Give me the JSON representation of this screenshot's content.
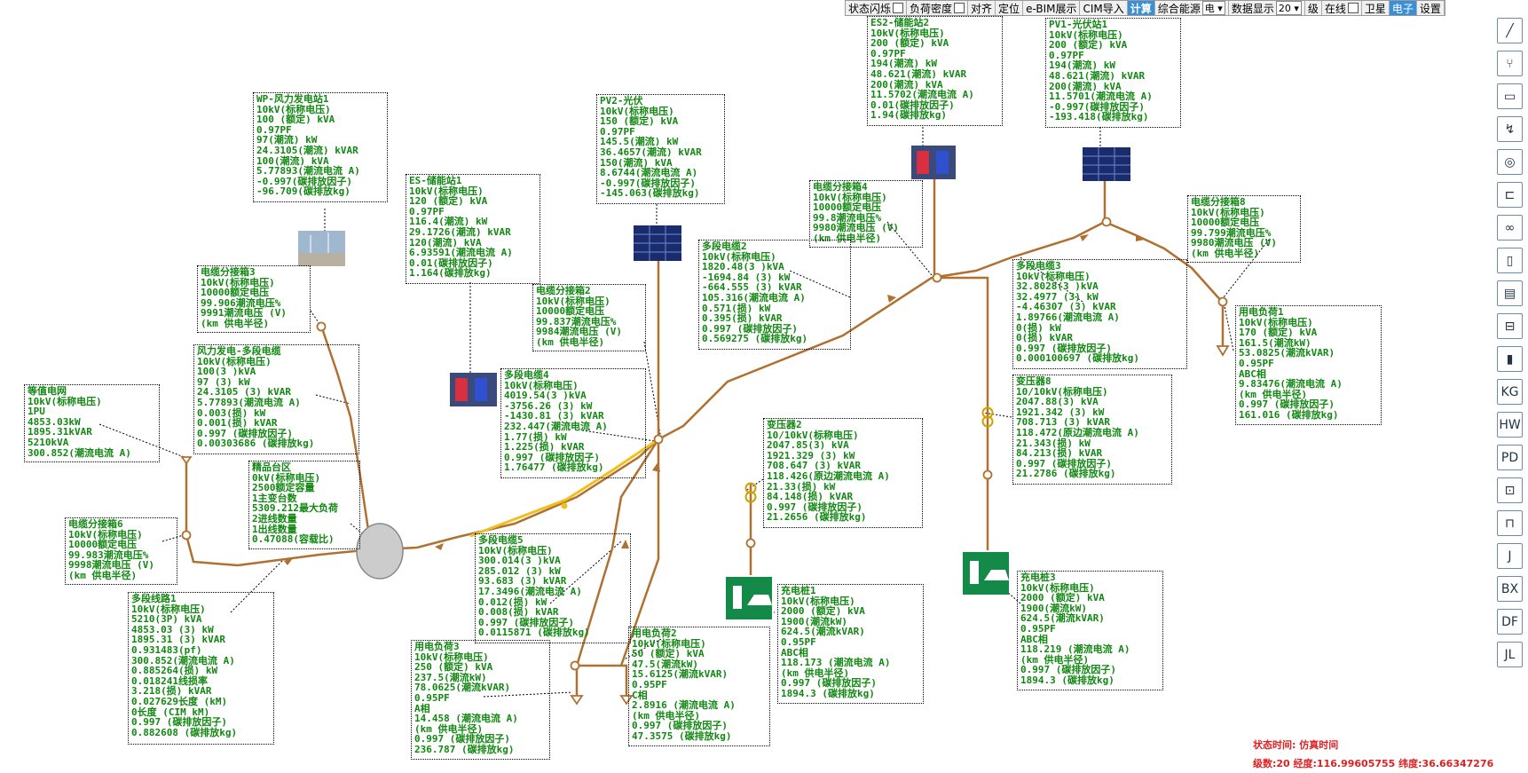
{
  "toolbar": {
    "items": [
      {
        "label": "状态闪烁",
        "type": "check"
      },
      {
        "label": "负荷密度",
        "type": "check"
      },
      {
        "label": "对齐",
        "type": "button"
      },
      {
        "label": "定位",
        "type": "button"
      },
      {
        "label": "e-BIM展示",
        "type": "button"
      },
      {
        "label": "CIM导入",
        "type": "button"
      },
      {
        "label": "计算",
        "type": "active"
      },
      {
        "label": "综合能源",
        "type": "select",
        "value": "电"
      },
      {
        "label": "数据显示",
        "type": "select",
        "value": "20"
      },
      {
        "label": "级",
        "type": "text"
      },
      {
        "label": "在线",
        "type": "check"
      },
      {
        "label": "卫星",
        "type": "text"
      },
      {
        "label": "电子",
        "type": "elec"
      },
      {
        "label": "设置",
        "type": "button"
      }
    ]
  },
  "labels": {
    "es2": [
      "ES2-储能站2",
      "10kV(标称电压)",
      "200 (额定) kVA",
      "0.97PF",
      "194(潮流) kW",
      "48.621(潮流) kVAR",
      "200(潮流) kVA",
      "11.5702(潮流电流 A)",
      "0.01(碳排放因子)",
      "1.94(碳排放kg)"
    ],
    "pv1": [
      "PV1-光伏站1",
      "10kV(标称电压)",
      "200 (额定) kVA",
      "0.97PF",
      "194(潮流) kW",
      "48.621(潮流) kVAR",
      "200(潮流) kVA",
      "11.5701(潮流电流 A)",
      "-0.997(碳排放因子)",
      "-193.418(碳排放kg)"
    ],
    "wp": [
      "WP-风力发电站1",
      "10kV(标称电压)",
      "100 (额定) kVA",
      "0.97PF",
      "97(潮流) kW",
      "24.3105(潮流) kVAR",
      "100(潮流) kVA",
      "5.77893(潮流电流 A)",
      "-0.997(碳排放因子)",
      "-96.709(碳排放kg)"
    ],
    "pv2": [
      "PV2-光伏",
      "10kV(标称电压)",
      "150 (额定) kVA",
      "0.97PF",
      "145.5(潮流) kW",
      "36.4657(潮流) kVAR",
      "150(潮流) kVA",
      "8.6744(潮流电流 A)",
      "-0.997(碳排放因子)",
      "-145.063(碳排放kg)"
    ],
    "es1": [
      "ES-储能站1",
      "10kV(标称电压)",
      "120 (额定) kVA",
      "0.97PF",
      "116.4(潮流) kW",
      "29.1726(潮流) kVAR",
      "120(潮流) kVA",
      "6.93591(潮流电流 A)",
      "0.01(碳排放因子)",
      "1.164(碳排放kg)"
    ],
    "box4": [
      "电缆分接箱4",
      "10kV(标称电压)",
      "10000额定电压",
      "99.8潮流电压%",
      "9980潮流电压 (V)",
      "(km 供电半径)"
    ],
    "box8": [
      "电缆分接箱8",
      "10kV(标称电压)",
      "10000额定电压",
      "99.799潮流电压%",
      "9980潮流电压 (V)",
      "(km 供电半径)"
    ],
    "cable2": [
      "多段电缆2",
      "10kV(标称电压)",
      "1820.48(3 )kVA",
      "-1694.84 (3) kW",
      "-664.555 (3) kVAR",
      "105.316(潮流电流 A)",
      "0.571(损) kW",
      "0.395(损) kVAR",
      "0.997 (碳排放因子)",
      "0.569275 (碳排放kg)"
    ],
    "box3": [
      "电缆分接箱3",
      "10kV(标称电压)",
      "10000额定电压",
      "99.906潮流电压%",
      "9991潮流电压 (V)",
      "(km 供电半径)"
    ],
    "box2": [
      "电缆分接箱2",
      "10kV(标称电压)",
      "10000额定电压",
      "99.837潮流电压%",
      "9984潮流电压 (V)",
      "(km 供电半径)"
    ],
    "cable3": [
      "多段电缆3",
      "10kV(标称电压)",
      "32.8028(3 )kVA",
      "32.4977 (3) kW",
      "-4.46307 (3) kVAR",
      "1.89766(潮流电流 A)",
      "0(损) kW",
      "0(损) kVAR",
      "0.997 (碳排放因子)",
      "0.000100697 (碳排放kg)"
    ],
    "load1": [
      "用电负荷1",
      "10kV(标称电压)",
      "170 (额定) kVA",
      "161.5(潮流kW)",
      "53.0825(潮流kVAR)",
      "0.95PF",
      "ABC相",
      "9.83476(潮流电流 A)",
      "(km 供电半径)",
      "0.997 (碳排放因子)",
      "161.016 (碳排放kg)"
    ],
    "windcable": [
      "风力发电-多段电缆",
      "10kV(标称电压)",
      "100(3 )kVA",
      "97 (3) kW",
      "24.3105 (3) kVAR",
      "5.77893(潮流电流 A)",
      "0.003(损) kW",
      "0.001(损) kVAR",
      "0.997 (碳排放因子)",
      "0.00303686 (碳排放kg)"
    ],
    "cable4": [
      "多段电缆4",
      "10kV(标称电压)",
      "4019.54(3 )kVA",
      "-3756.26 (3) kW",
      "-1430.81 (3) kVAR",
      "232.447(潮流电流 A)",
      "1.77(损) kW",
      "1.225(损) kVAR",
      "0.997 (碳排放因子)",
      "1.76477 (碳排放kg)"
    ],
    "trans8": [
      "变压器8",
      "10/10kV(标称电压)",
      "2047.88(3) kVA",
      "1921.342 (3) kW",
      "708.713 (3) kVAR",
      "118.472(原边潮流电流 A)",
      "21.343(损) kW",
      "84.213(损) kVAR",
      "0.997 (碳排放因子)",
      "21.2786 (碳排放kg)"
    ],
    "grid": [
      "等值电网",
      "10kV(标称电压)",
      "1PU",
      "4853.03kW",
      "1895.31kVAR",
      "5210kVA",
      "300.852(潮流电流 A)"
    ],
    "tq": [
      "精品台区",
      "0kV(标称电压)",
      "2500额定容量",
      "1主变台数",
      "5309.212最大负荷",
      "2进线数量",
      "1出线数量",
      "0.47088(容载比)"
    ],
    "trans2": [
      "变压器2",
      "10/10kV(标称电压)",
      "2047.85(3) kVA",
      "1921.329 (3) kW",
      "708.647 (3) kVAR",
      "118.426(原边潮流电流 A)",
      "21.33(损) kW",
      "84.148(损) kVAR",
      "0.997 (碳排放因子)",
      "21.2656 (碳排放kg)"
    ],
    "box6": [
      "电缆分接箱6",
      "10kV(标称电压)",
      "10000额定电压",
      "99.983潮流电压%",
      "9998潮流电压 (V)",
      "(km 供电半径)"
    ],
    "cable5": [
      "多段电缆5",
      "10kV(标称电压)",
      "300.014(3 )kVA",
      "285.012 (3) kW",
      "93.683 (3) kVAR",
      "17.3496(潮流电流 A)",
      "0.012(损) kW",
      "0.008(损) kVAR",
      "0.997 (碳排放因子)",
      "0.0115871 (碳排放kg)"
    ],
    "line1": [
      "多段线路1",
      "10kV(标称电压)",
      "5210(3P) kVA",
      "4853.03 (3) kW",
      "1895.31 (3) kVAR",
      "0.931483(pf)",
      "300.852(潮流电流 A)",
      "0.885264(损) kW",
      "0.018241线损率",
      "3.218(损) kVAR",
      "0.027629长度 (kM)",
      "0长度 (CIM kM)",
      "0.997 (碳排放因子)",
      "0.882608 (碳排放kg)"
    ],
    "ev1": [
      "充电桩1",
      "10kV(标称电压)",
      "2000 (额定) kVA",
      "1900(潮流kW)",
      "624.5(潮流kVAR)",
      "0.95PF",
      "ABC相",
      "118.173 (潮流电流 A)",
      "(km 供电半径)",
      "0.997 (碳排放因子)",
      "1894.3 (碳排放kg)"
    ],
    "ev3": [
      "充电桩3",
      "10kV(标称电压)",
      "2000 (额定) kVA",
      "1900(潮流kW)",
      "624.5(潮流kVAR)",
      "0.95PF",
      "ABC相",
      "118.219 (潮流电流 A)",
      "(km 供电半径)",
      "0.997 (碳排放因子)",
      "1894.3 (碳排放kg)"
    ],
    "load2": [
      "用电负荷2",
      "10kV(标称电压)",
      "50 (额定) kVA",
      "47.5(潮流kW)",
      "15.6125(潮流kVAR)",
      "0.95PF",
      "C相",
      "2.8916 (潮流电流 A)",
      "(km 供电半径)",
      "0.997 (碳排放因子)",
      "47.3575 (碳排放kg)"
    ],
    "load3": [
      "用电负荷3",
      "10kV(标称电压)",
      "250 (额定) kVA",
      "237.5(潮流kW)",
      "78.0625(潮流kVAR)",
      "0.95PF",
      "A相",
      "14.458 (潮流电流 A)",
      "(km 供电半径)",
      "0.997 (碳排放因子)",
      "236.787 (碳排放kg)"
    ]
  },
  "sidebar": {
    "buttons": [
      {
        "name": "layer-line-icon",
        "glyph": "╱"
      },
      {
        "name": "layer-tree-icon",
        "glyph": "⑂"
      },
      {
        "name": "layer-box-icon",
        "glyph": "▭"
      },
      {
        "name": "layer-zigzag-icon",
        "glyph": "↯"
      },
      {
        "name": "layer-circle-icon",
        "glyph": "◎"
      },
      {
        "name": "layer-capsule-icon",
        "glyph": "⊏"
      },
      {
        "name": "layer-rings-icon",
        "glyph": "∞"
      },
      {
        "name": "layer-bar-icon",
        "glyph": "▯"
      },
      {
        "name": "layer-cabinet-icon",
        "glyph": "▤"
      },
      {
        "name": "layer-switch-icon",
        "glyph": "⊟"
      },
      {
        "name": "layer-breaker-icon",
        "glyph": "▮"
      },
      {
        "name": "kg",
        "glyph": "KG"
      },
      {
        "name": "hw",
        "glyph": "HW"
      },
      {
        "name": "pd",
        "glyph": "PD"
      },
      {
        "name": "layer-resistor-icon",
        "glyph": "⊡"
      },
      {
        "name": "layer-fuse-icon",
        "glyph": "⊓"
      },
      {
        "name": "j",
        "glyph": "J"
      },
      {
        "name": "bx",
        "glyph": "BX"
      },
      {
        "name": "df",
        "glyph": "DF"
      },
      {
        "name": "jl",
        "glyph": "JL"
      }
    ]
  },
  "status": {
    "line1": "状态时间: 仿真时间",
    "line2": "级数:20 经度:116.99605755 纬度:36.66347276"
  },
  "colors": {
    "line": "#b07030",
    "highlight": "#f0c020",
    "label_text": "#118811",
    "status": "#e02020"
  }
}
